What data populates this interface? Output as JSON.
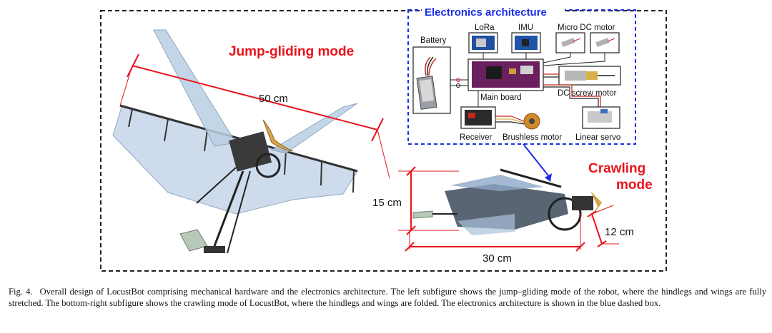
{
  "figure": {
    "electronics_title": "Electronics architecture",
    "jump_title": "Jump-gliding mode",
    "crawl_title_line1": "Crawling",
    "crawl_title_line2": "mode",
    "components": {
      "battery": "Battery",
      "lora": "LoRa",
      "imu": "IMU",
      "micro_dc_motor": "Micro DC motor",
      "main_board": "Main board",
      "dc_screw_motor": "DC screw motor",
      "receiver": "Receiver",
      "brushless_motor": "Brushless motor",
      "linear_servo": "Linear servo"
    },
    "dimensions": {
      "wingspan": "50 cm",
      "height": "15 cm",
      "length": "30 cm",
      "width": "12 cm"
    },
    "colors": {
      "red": "#e8141c",
      "blue": "#1a2ee8",
      "border": "#222222"
    }
  },
  "caption": {
    "label": "Fig. 4.",
    "text": "Overall design of LocustBot comprising mechanical hardware and the electronics architecture. The left subfigure shows the jump–gliding mode of the robot, where the hindlegs and wings are fully stretched. The bottom-right subfigure shows the crawling mode of LocustBot, where the hindlegs and wings are folded. The electronics architecture is shown in the blue dashed box."
  }
}
